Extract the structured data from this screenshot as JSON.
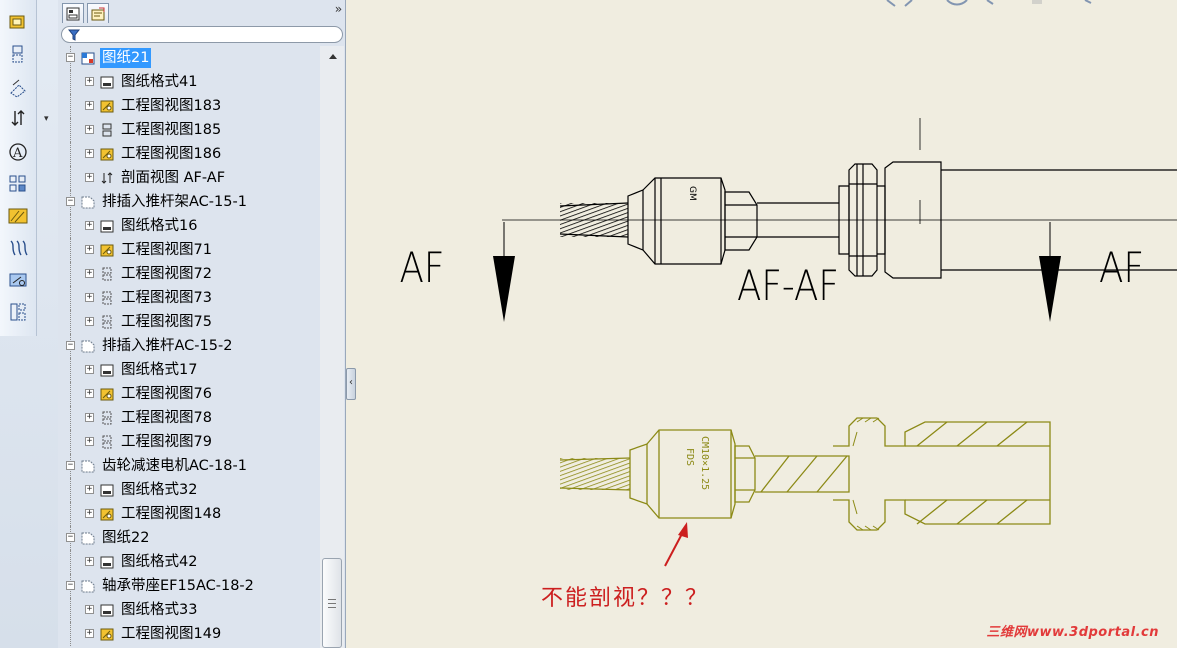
{
  "tree": {
    "items": [
      {
        "label": "图纸21",
        "level": 0,
        "expander": "−",
        "icon": "sheet-active-icon",
        "selected": true
      },
      {
        "label": "图纸格式41",
        "level": 1,
        "expander": "+",
        "icon": "sheet-format-icon"
      },
      {
        "label": "工程图视图183",
        "level": 1,
        "expander": "+",
        "icon": "drawing-view-icon"
      },
      {
        "label": "工程图视图185",
        "level": 1,
        "expander": "+",
        "icon": "section-parent-view-icon"
      },
      {
        "label": "工程图视图186",
        "level": 1,
        "expander": "+",
        "icon": "drawing-view-icon"
      },
      {
        "label": "剖面视图 AF-AF",
        "level": 1,
        "expander": "+",
        "icon": "section-view-icon"
      },
      {
        "label": "排插入推杆架AC-15-1",
        "level": 0,
        "expander": "−",
        "icon": "sheet-icon"
      },
      {
        "label": "图纸格式16",
        "level": 1,
        "expander": "+",
        "icon": "sheet-format-icon"
      },
      {
        "label": "工程图视图71",
        "level": 1,
        "expander": "+",
        "icon": "drawing-view-icon"
      },
      {
        "label": "工程图视图72",
        "level": 1,
        "expander": "+",
        "icon": "projected-view-icon"
      },
      {
        "label": "工程图视图73",
        "level": 1,
        "expander": "+",
        "icon": "projected-view-icon"
      },
      {
        "label": "工程图视图75",
        "level": 1,
        "expander": "+",
        "icon": "projected-view-icon"
      },
      {
        "label": "排插入推杆AC-15-2",
        "level": 0,
        "expander": "−",
        "icon": "sheet-icon"
      },
      {
        "label": "图纸格式17",
        "level": 1,
        "expander": "+",
        "icon": "sheet-format-icon"
      },
      {
        "label": "工程图视图76",
        "level": 1,
        "expander": "+",
        "icon": "drawing-view-icon"
      },
      {
        "label": "工程图视图78",
        "level": 1,
        "expander": "+",
        "icon": "projected-view-icon"
      },
      {
        "label": "工程图视图79",
        "level": 1,
        "expander": "+",
        "icon": "projected-view-icon"
      },
      {
        "label": "齿轮减速电机AC-18-1",
        "level": 0,
        "expander": "−",
        "icon": "sheet-icon"
      },
      {
        "label": "图纸格式32",
        "level": 1,
        "expander": "+",
        "icon": "sheet-format-icon"
      },
      {
        "label": "工程图视图148",
        "level": 1,
        "expander": "+",
        "icon": "drawing-view-icon"
      },
      {
        "label": "图纸22",
        "level": 0,
        "expander": "−",
        "icon": "sheet-icon"
      },
      {
        "label": "图纸格式42",
        "level": 1,
        "expander": "+",
        "icon": "sheet-format-icon"
      },
      {
        "label": "轴承带座EF15AC-18-2",
        "level": 0,
        "expander": "−",
        "icon": "sheet-icon"
      },
      {
        "label": "图纸格式33",
        "level": 1,
        "expander": "+",
        "icon": "sheet-format-icon"
      },
      {
        "label": "工程图视图149",
        "level": 1,
        "expander": "+",
        "icon": "drawing-view-icon"
      }
    ]
  },
  "tabs": {
    "feature_manager_icon": "feature-manager-tab-icon",
    "property_manager_icon": "property-manager-tab-icon",
    "collapse_label": "»"
  },
  "toolbar": {
    "icons": [
      "model-view-icon",
      "projected-view-icon",
      "auxiliary-view-icon",
      "section-view-icon",
      "detail-view-icon",
      "standard-views-icon",
      "broken-out-section-icon",
      "break-icon",
      "crop-view-icon",
      "alternate-position-icon"
    ]
  },
  "drawing": {
    "section_label_left": "AF",
    "section_label_right": "AF",
    "section_view_title": "AF-AF",
    "thread_text_top": "FDS",
    "thread_text_spec": "CM10×1.25",
    "annotation": "不能剖视？？？",
    "watermark": "三维网www.3dportal.cn"
  },
  "colors": {
    "selection": "#3399ff",
    "drawing_line": "#000000",
    "highlight_line": "#8c8a16",
    "annotation_red": "#cc1f1f",
    "canvas_bg": "#f0ede0",
    "tree_bg": "#dde4ee"
  }
}
